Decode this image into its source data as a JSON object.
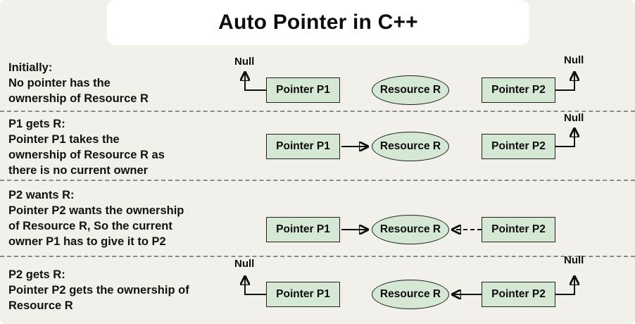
{
  "title": "Auto Pointer in C++",
  "labels": {
    "null": "Null",
    "p1": "Pointer P1",
    "p2": "Pointer P2",
    "resource": "Resource R"
  },
  "rows": [
    {
      "lines": [
        "Initially:",
        "No pointer has the",
        "ownership of Resource R"
      ]
    },
    {
      "lines": [
        "P1 gets R:",
        "Pointer P1 takes the",
        "ownership of Resource R as",
        "there is no current owner"
      ]
    },
    {
      "lines": [
        "P2 wants R:",
        "Pointer P2 wants the ownership",
        "of Resource R, So the current",
        "owner P1 has to give it to P2"
      ]
    },
    {
      "lines": [
        "P2 gets R:",
        "Pointer P2 gets the ownership of",
        "Resource R"
      ]
    }
  ],
  "colors": {
    "background": "#f1f0ea",
    "node_fill": "#d5e8d4",
    "node_border": "#1f1f1f"
  }
}
